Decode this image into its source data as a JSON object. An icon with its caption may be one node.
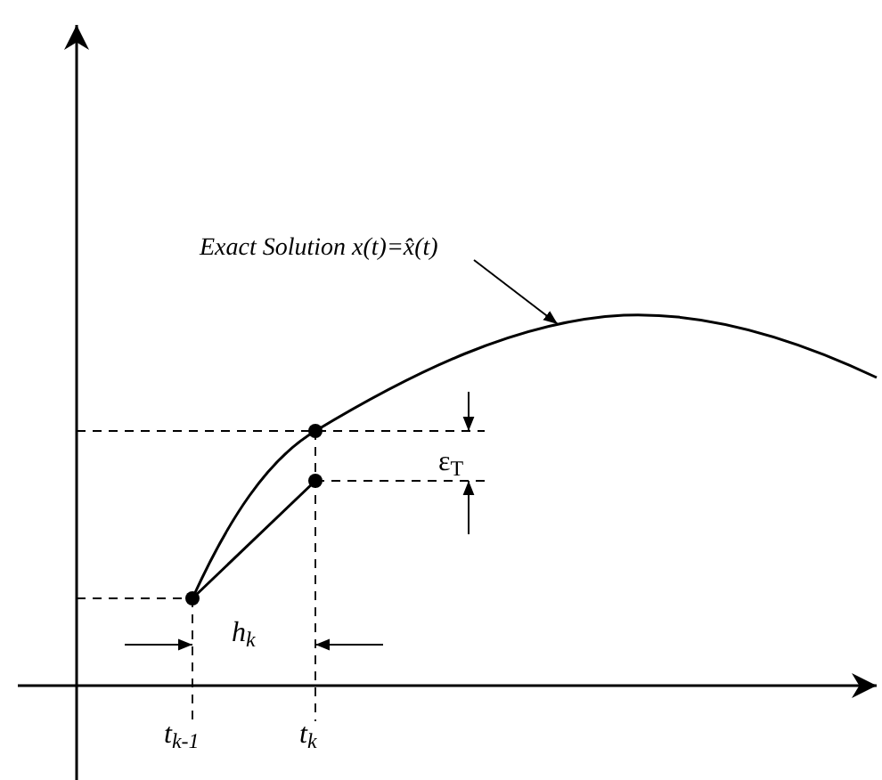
{
  "diagram": {
    "nodes": [
      {
        "text": [
          "Exact Solution x(t)=x̂(t)"
        ]
      },
      {
        "text": [],
        "shape": "curve"
      }
    ],
    "edges": [
      {
        "from": 0,
        "to": 1,
        "arrow": "to"
      }
    ],
    "labels": [
      "ε$_{T}$",
      "h$_{k}$",
      "t$_{k-1}$",
      "t$_{k}$"
    ]
  }
}
